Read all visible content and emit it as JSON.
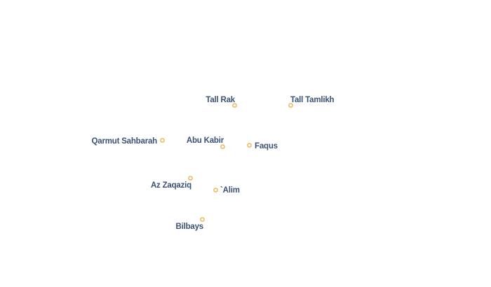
{
  "map": {
    "marker_color": "#f2b04c",
    "label_color": "#3a5276",
    "places": [
      {
        "id": "tall-rak",
        "name": "Tall Rak"
      },
      {
        "id": "tall-tamlikh",
        "name": "Tall Tamlikh"
      },
      {
        "id": "qarmut-sahbarah",
        "name": "Qarmut Sahbarah"
      },
      {
        "id": "abu-kabir",
        "name": "Abu Kabir"
      },
      {
        "id": "faqus",
        "name": "Faqus"
      },
      {
        "id": "az-zaqaziq",
        "name": "Az Zaqaziq"
      },
      {
        "id": "alim",
        "name": "`Alim"
      },
      {
        "id": "bilbays",
        "name": "Bilbays"
      }
    ]
  }
}
